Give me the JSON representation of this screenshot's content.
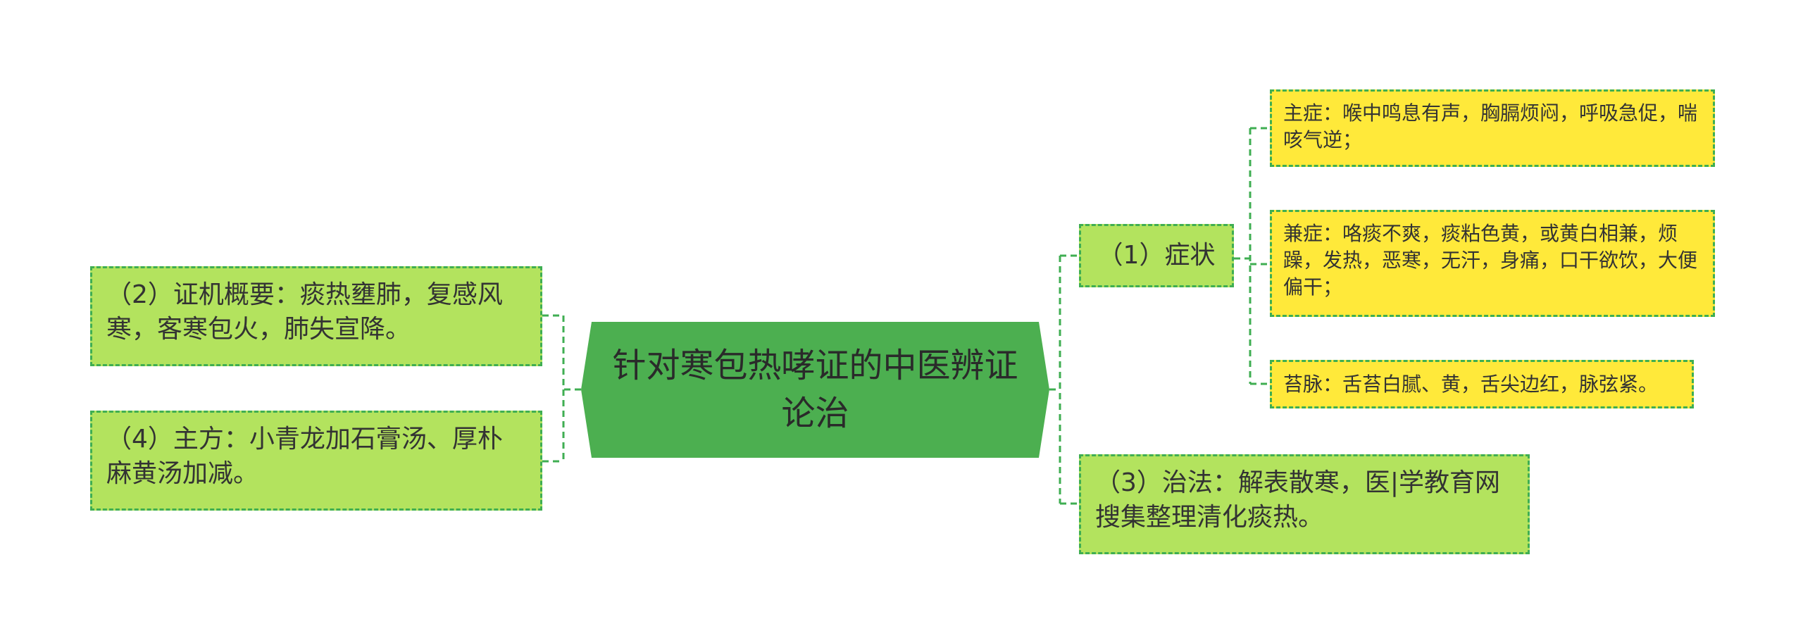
{
  "central": {
    "title": "针对寒包热哮证的中医辨证论治"
  },
  "left": [
    {
      "label": "（2）证机概要：痰热壅肺，复感风寒，客寒包火，肺失宣降。"
    },
    {
      "label": "（4）主方：小青龙加石膏汤、厚朴麻黄汤加减。"
    }
  ],
  "right": [
    {
      "label": "（1）症状",
      "children": [
        {
          "label": "主症：喉中鸣息有声，胸膈烦闷，呼吸急促，喘咳气逆；"
        },
        {
          "label": "兼症：咯痰不爽，痰粘色黄，或黄白相兼，烦躁，发热，恶寒，无汗，身痛，口干欲饮，大便偏干；"
        },
        {
          "label": "苔脉：舌苔白腻、黄，舌尖边红，脉弦紧。"
        }
      ]
    },
    {
      "label": "（3）治法：解表散寒，医|学教育网搜集整理清化痰热。"
    }
  ],
  "colors": {
    "central_fill": "#4caf50",
    "branch_fill": "#b3e35e",
    "leaf_fill": "#ffe93a",
    "connector": "#3fae52"
  }
}
